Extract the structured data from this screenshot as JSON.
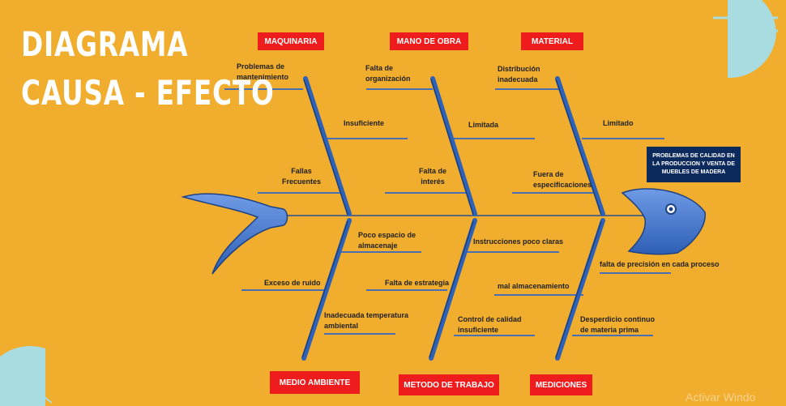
{
  "title": {
    "line1": "DIAGRAMA",
    "line2": "CAUSA - EFECTO"
  },
  "effect": "PROBLEMAS DE CALIDAD EN LA PRODUCCION Y VENTA DE MUEBLES DE MADERA",
  "categories": {
    "maquinaria": "MAQUINARIA",
    "mano_de_obra": "MANO DE OBRA",
    "material": "MATERIAL",
    "medio_ambiente": "MEDIO AMBIENTE",
    "metodo_de_trabajo": "METODO DE TRABAJO",
    "mediciones": "MEDICIONES"
  },
  "causes": {
    "maquinaria": [
      "Problemas de\nmantenimiento",
      "Insuficiente",
      "Fallas\nFrecuentes"
    ],
    "mano_de_obra": [
      "Falta de\norganización",
      "Limitada",
      "Falta de\ninterés"
    ],
    "material": [
      "Distribución\ninadecuada",
      "Limitado",
      "Fuera de\nespecificaciones"
    ],
    "medio_ambiente": [
      "Poco espacio de\nalmacenaje",
      "Exceso de ruido",
      "Inadecuada temperatura\nambiental"
    ],
    "metodo_de_trabajo": [
      "Instrucciones poco claras",
      "Falta de estrategia",
      "Control de calidad\ninsuficiente"
    ],
    "mediciones": [
      "falta de precisión en cada proceso",
      "mal almacenamiento",
      "Desperdicio continuo\nde materia prima"
    ]
  },
  "watermark": "Activar Windo",
  "colors": {
    "background": "#f0ad2e",
    "category_box": "#ee1c1c",
    "effect_box": "#0d2a5c",
    "fish": "#4b7bd1",
    "bone": "#2d62b8",
    "accent_shape": "#a9dce0"
  }
}
